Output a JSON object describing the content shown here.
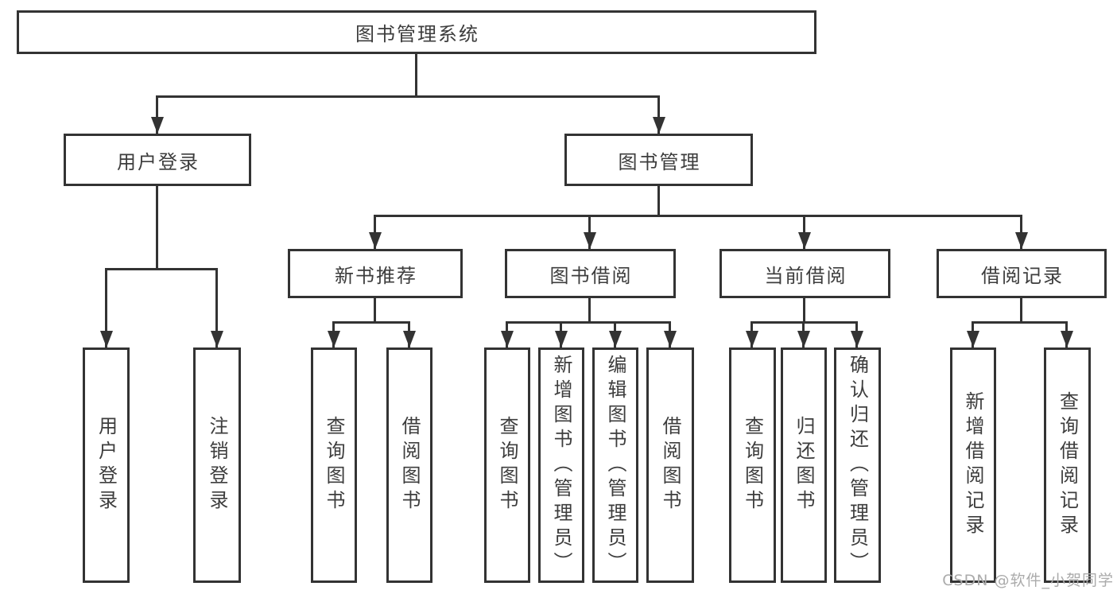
{
  "colors": {
    "line": "#333333",
    "text": "#3d3d3d",
    "background": "#ffffff",
    "watermark": "#ababab"
  },
  "watermark": "CSDN @软件_小贺同学",
  "tree": {
    "label": "图书管理系统",
    "children": [
      {
        "label": "用户登录",
        "children": [
          {
            "label": "用户登录"
          },
          {
            "label": "注销登录"
          }
        ]
      },
      {
        "label": "图书管理",
        "children": [
          {
            "label": "新书推荐",
            "children": [
              {
                "label": "查询图书"
              },
              {
                "label": "借阅图书"
              }
            ]
          },
          {
            "label": "图书借阅",
            "children": [
              {
                "label": "查询图书"
              },
              {
                "label": "新增图书（管理员）"
              },
              {
                "label": "编辑图书（管理员）"
              },
              {
                "label": "借阅图书"
              }
            ]
          },
          {
            "label": "当前借阅",
            "children": [
              {
                "label": "查询图书"
              },
              {
                "label": "归还图书"
              },
              {
                "label": "确认归还（管理员）"
              }
            ]
          },
          {
            "label": "借阅记录",
            "children": [
              {
                "label": "新增借阅记录"
              },
              {
                "label": "查询借阅记录"
              }
            ]
          }
        ]
      }
    ]
  }
}
